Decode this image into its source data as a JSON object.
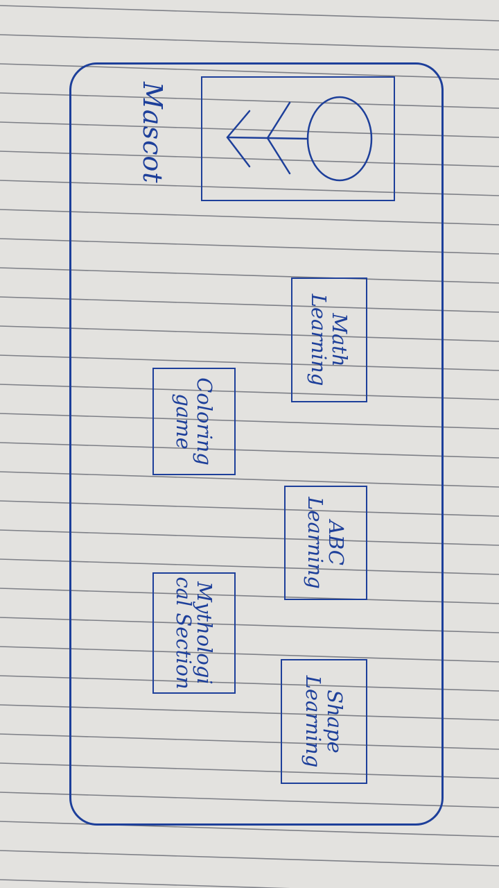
{
  "mascot": {
    "label": "Mascot"
  },
  "cards": [
    {
      "label": "Math Learning"
    },
    {
      "label": "ABC Learning"
    },
    {
      "label": "Shape Learning"
    },
    {
      "label": "Coloring game"
    },
    {
      "label": "Mythologi cal Section"
    }
  ],
  "colors": {
    "ink": "#1d3f9a",
    "paper": "#e3e2df",
    "rule": "#7d7f86"
  }
}
